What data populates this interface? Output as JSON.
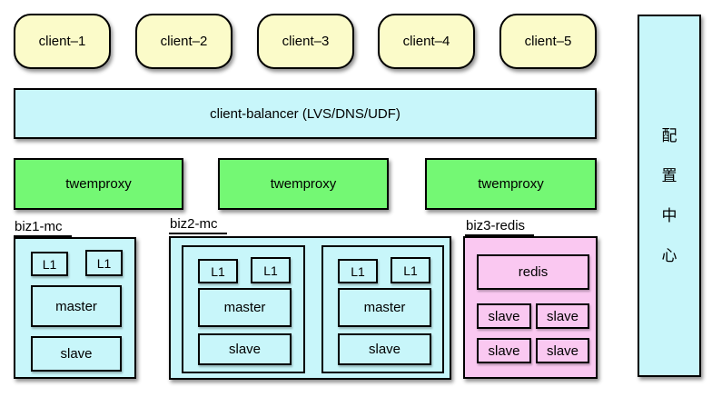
{
  "colors": {
    "client-fill": "#FBFBC9",
    "cyan-fill": "#C8F6FA",
    "proxy-fill": "#74F874",
    "redis-fill": "#FAC8F1",
    "border": "#000000"
  },
  "clients": [
    {
      "label": "client–1"
    },
    {
      "label": "client–2"
    },
    {
      "label": "client–3"
    },
    {
      "label": "client–4"
    },
    {
      "label": "client–5"
    }
  ],
  "balancer": {
    "label": "client-balancer (LVS/DNS/UDF)"
  },
  "proxies": [
    {
      "label": "twemproxy"
    },
    {
      "label": "twemproxy"
    },
    {
      "label": "twemproxy"
    }
  ],
  "clusters": {
    "biz1": {
      "title": "biz1-mc",
      "l1_left": "L1",
      "l1_right": "L1",
      "master": "master",
      "slave": "slave"
    },
    "biz2": {
      "title": "biz2-mc",
      "shards": [
        {
          "l1_left": "L1",
          "l1_right": "L1",
          "master": "master",
          "slave": "slave"
        },
        {
          "l1_left": "L1",
          "l1_right": "L1",
          "master": "master",
          "slave": "slave"
        }
      ]
    },
    "biz3": {
      "title": "biz3-redis",
      "redis": "redis",
      "slaves": [
        "slave",
        "slave",
        "slave",
        "slave"
      ]
    }
  },
  "config_center": {
    "label": "配置中心",
    "chars": [
      "配",
      "置",
      "中",
      "心"
    ]
  }
}
